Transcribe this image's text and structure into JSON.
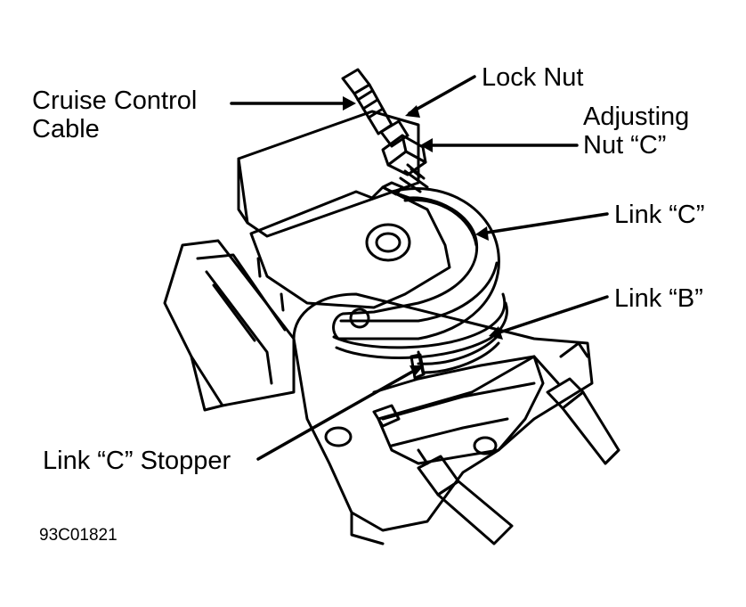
{
  "labels": {
    "cruise_control_cable_line1": "Cruise Control",
    "cruise_control_cable_line2": "Cable",
    "lock_nut": "Lock Nut",
    "adjusting_nut_line1": "Adjusting",
    "adjusting_nut_line2": "Nut “C”",
    "link_c": "Link “C”",
    "link_b": "Link “B”",
    "link_c_stopper": "Link “C” Stopper"
  },
  "figure_id": "93C01821",
  "colors": {
    "ink": "#000000",
    "paper": "#ffffff"
  }
}
